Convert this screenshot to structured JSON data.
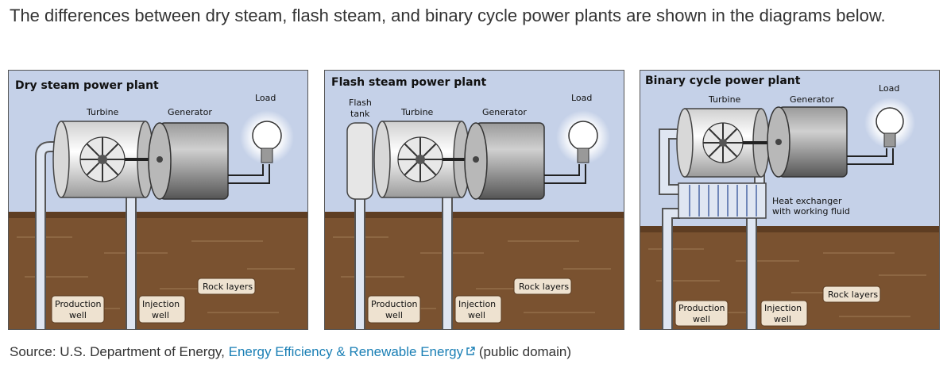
{
  "intro_text": "The differences between dry steam, flash steam, and binary cycle power plants are shown in the diagrams below.",
  "panels": [
    {
      "title": "Dry steam power plant",
      "turbine": "Turbine",
      "generator": "Generator",
      "load": "Load",
      "rock_layers": "Rock layers",
      "production_well": [
        "Production",
        "well"
      ],
      "injection_well": [
        "Injection",
        "well"
      ]
    },
    {
      "title": "Flash steam power plant",
      "flash_tank": [
        "Flash",
        "tank"
      ],
      "turbine": "Turbine",
      "generator": "Generator",
      "load": "Load",
      "rock_layers": "Rock layers",
      "production_well": [
        "Production",
        "well"
      ],
      "injection_well": [
        "Injection",
        "well"
      ]
    },
    {
      "title": "Binary cycle power plant",
      "turbine": "Turbine",
      "generator": "Generator",
      "load": "Load",
      "heat_exchanger": [
        "Heat exchanger",
        "with working fluid"
      ],
      "rock_layers": "Rock layers",
      "production_well": [
        "Production",
        "well"
      ],
      "injection_well": [
        "Injection",
        "well"
      ]
    }
  ],
  "source": {
    "prefix": "Source: U.S. Department of Energy,",
    "link_text": "Energy Efficiency & Renewable Energy",
    "suffix": "(public domain)",
    "link_color": "#1a7fb5",
    "icon": "external-link-icon"
  },
  "colors": {
    "sky": "#c5d1e8",
    "ground": "#7a5230",
    "well": "#dfe6f2"
  }
}
